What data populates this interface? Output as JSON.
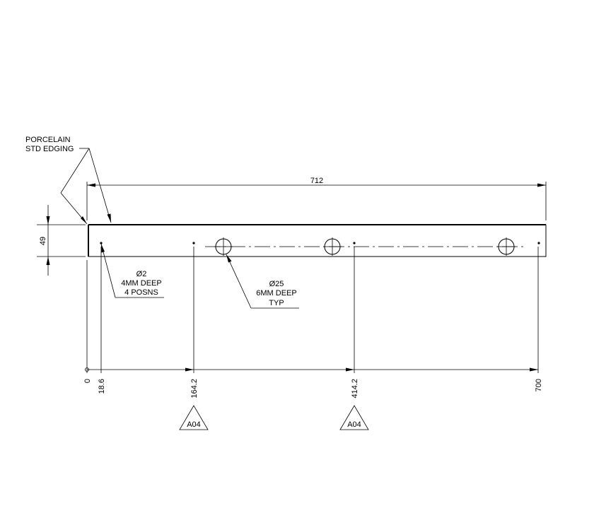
{
  "callouts": {
    "edging_line1": "PORCELAIN",
    "edging_line2": "STD EDGING",
    "small_hole_dia": "Ø2",
    "small_hole_depth": "4MM DEEP",
    "small_hole_qty": "4 POSNS",
    "large_hole_dia": "Ø25",
    "large_hole_depth": "6MM DEEP",
    "large_hole_note": "TYP"
  },
  "dimensions": {
    "overall_length": "712",
    "height": "49",
    "datums": [
      "0",
      "18.6",
      "164.2",
      "414.2",
      "700"
    ]
  },
  "section_refs": [
    "A04",
    "A04"
  ]
}
